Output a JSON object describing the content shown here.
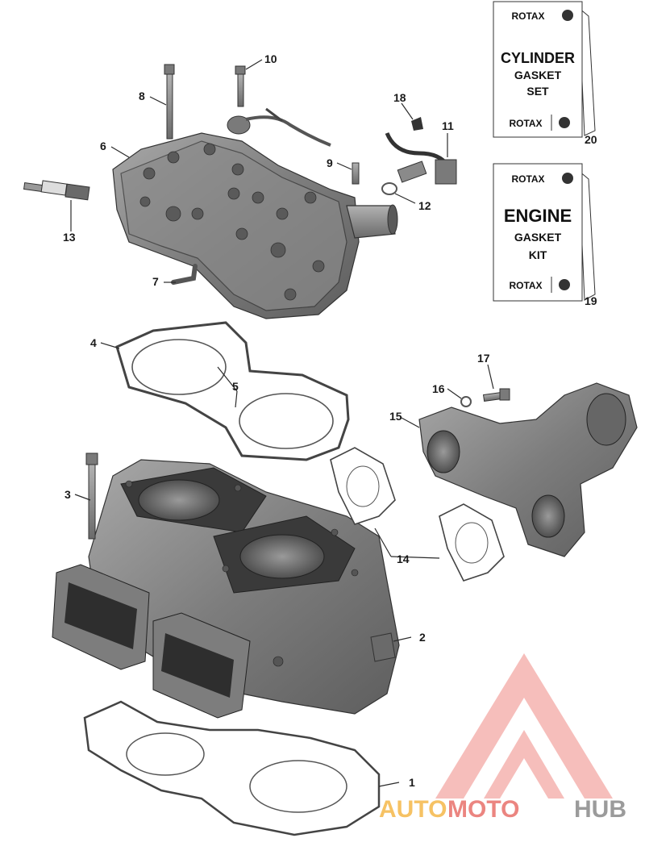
{
  "callouts": [
    {
      "id": "1",
      "label": "1"
    },
    {
      "id": "2",
      "label": "2"
    },
    {
      "id": "3",
      "label": "3"
    },
    {
      "id": "4",
      "label": "4"
    },
    {
      "id": "5",
      "label": "5"
    },
    {
      "id": "6",
      "label": "6"
    },
    {
      "id": "7",
      "label": "7"
    },
    {
      "id": "8",
      "label": "8"
    },
    {
      "id": "9",
      "label": "9"
    },
    {
      "id": "10",
      "label": "10"
    },
    {
      "id": "11",
      "label": "11"
    },
    {
      "id": "12",
      "label": "12"
    },
    {
      "id": "13",
      "label": "13"
    },
    {
      "id": "14",
      "label": "14"
    },
    {
      "id": "15",
      "label": "15"
    },
    {
      "id": "16",
      "label": "16"
    },
    {
      "id": "17",
      "label": "17"
    },
    {
      "id": "18",
      "label": "18"
    },
    {
      "id": "19",
      "label": "19"
    },
    {
      "id": "20",
      "label": "20"
    }
  ],
  "kits": {
    "cylinder": {
      "brand_top": "ROTAX",
      "line1": "CYLINDER",
      "line2": "GASKET",
      "line3": "SET",
      "brand_bottom": "ROTAX",
      "number": "20"
    },
    "engine": {
      "brand_top": "ROTAX",
      "line1": "ENGINE",
      "line2": "GASKET",
      "line3": "KIT",
      "brand_bottom": "ROTAX",
      "number": "19"
    }
  },
  "watermark": {
    "part1": "AUTO",
    "part2": "MOTO",
    "part3": "HUB"
  },
  "colors": {
    "metal_dark": "#6b6b6b",
    "metal_mid": "#8e8e8e",
    "metal_light": "#b5b5b5",
    "gasket": "#444444",
    "wm_orange": "#f5b84a",
    "wm_red": "#e8706a",
    "wm_gray": "#8a8a8a"
  }
}
